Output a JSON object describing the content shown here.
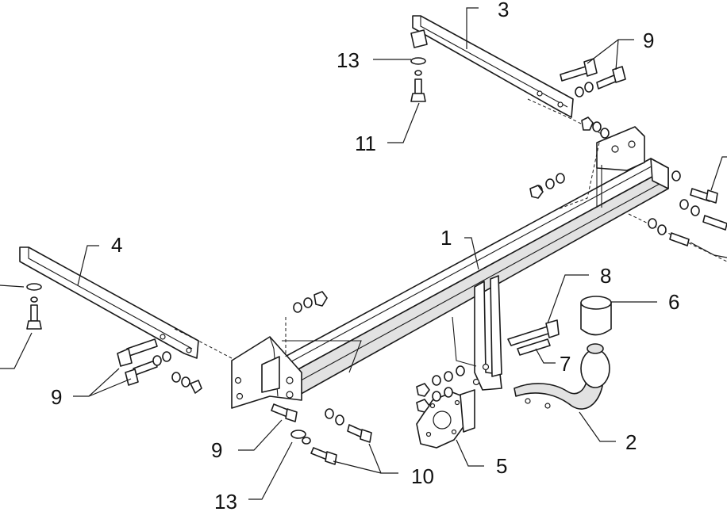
{
  "labels": {
    "frame": "1",
    "ball": "2",
    "left_bar": "3",
    "right_bar": "4",
    "socket_plate": "5",
    "ball_cap": "6",
    "bolt_7": "7",
    "bolt_8": "8",
    "bolts_9_top": "9",
    "bolts_9_left": "9",
    "bolt_9_bottom": "9",
    "bolts_10": "10",
    "bolt_11": "11",
    "washer_13_top": "13",
    "washer_13_bottom": "13"
  }
}
